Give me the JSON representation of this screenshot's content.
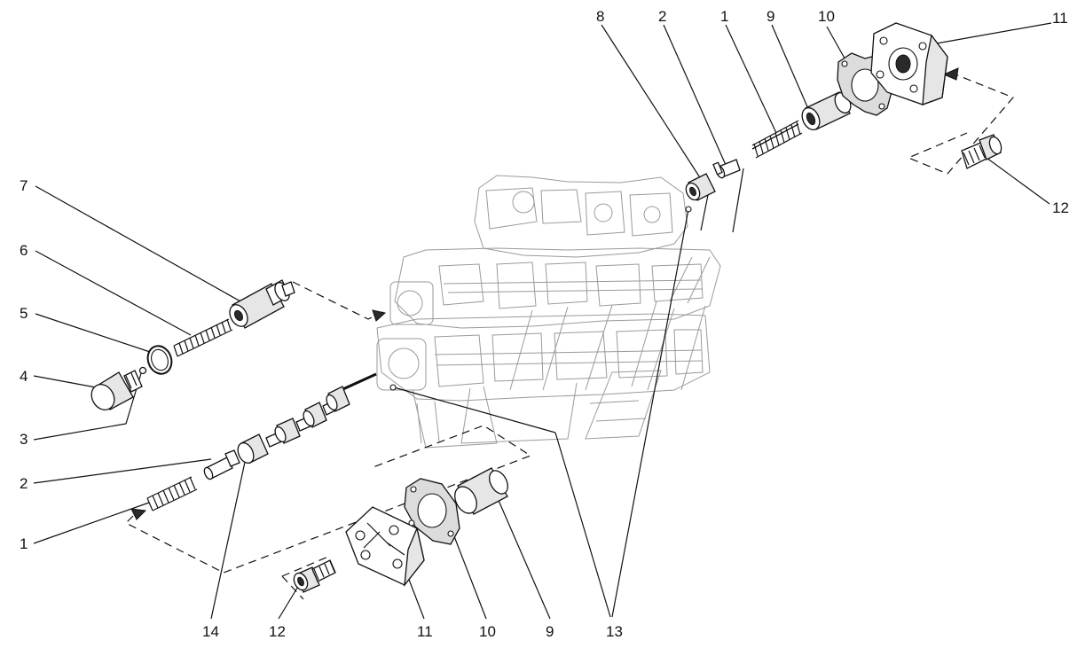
{
  "diagram": {
    "callouts_top": [
      {
        "id": "top-8",
        "text": "8"
      },
      {
        "id": "top-2",
        "text": "2"
      },
      {
        "id": "top-1",
        "text": "1"
      },
      {
        "id": "top-9",
        "text": "9"
      },
      {
        "id": "top-10",
        "text": "10"
      },
      {
        "id": "top-11",
        "text": "11"
      },
      {
        "id": "top-12",
        "text": "12"
      }
    ],
    "callouts_left": [
      {
        "id": "left-7",
        "text": "7"
      },
      {
        "id": "left-6",
        "text": "6"
      },
      {
        "id": "left-5",
        "text": "5"
      },
      {
        "id": "left-4",
        "text": "4"
      },
      {
        "id": "left-3",
        "text": "3"
      },
      {
        "id": "left-2",
        "text": "2"
      },
      {
        "id": "left-1",
        "text": "1"
      }
    ],
    "callouts_bottom": [
      {
        "id": "bottom-14",
        "text": "14"
      },
      {
        "id": "bottom-12",
        "text": "12"
      },
      {
        "id": "bottom-11",
        "text": "11"
      },
      {
        "id": "bottom-10",
        "text": "10"
      },
      {
        "id": "bottom-9",
        "text": "9"
      },
      {
        "id": "bottom-13",
        "text": "13"
      }
    ]
  }
}
